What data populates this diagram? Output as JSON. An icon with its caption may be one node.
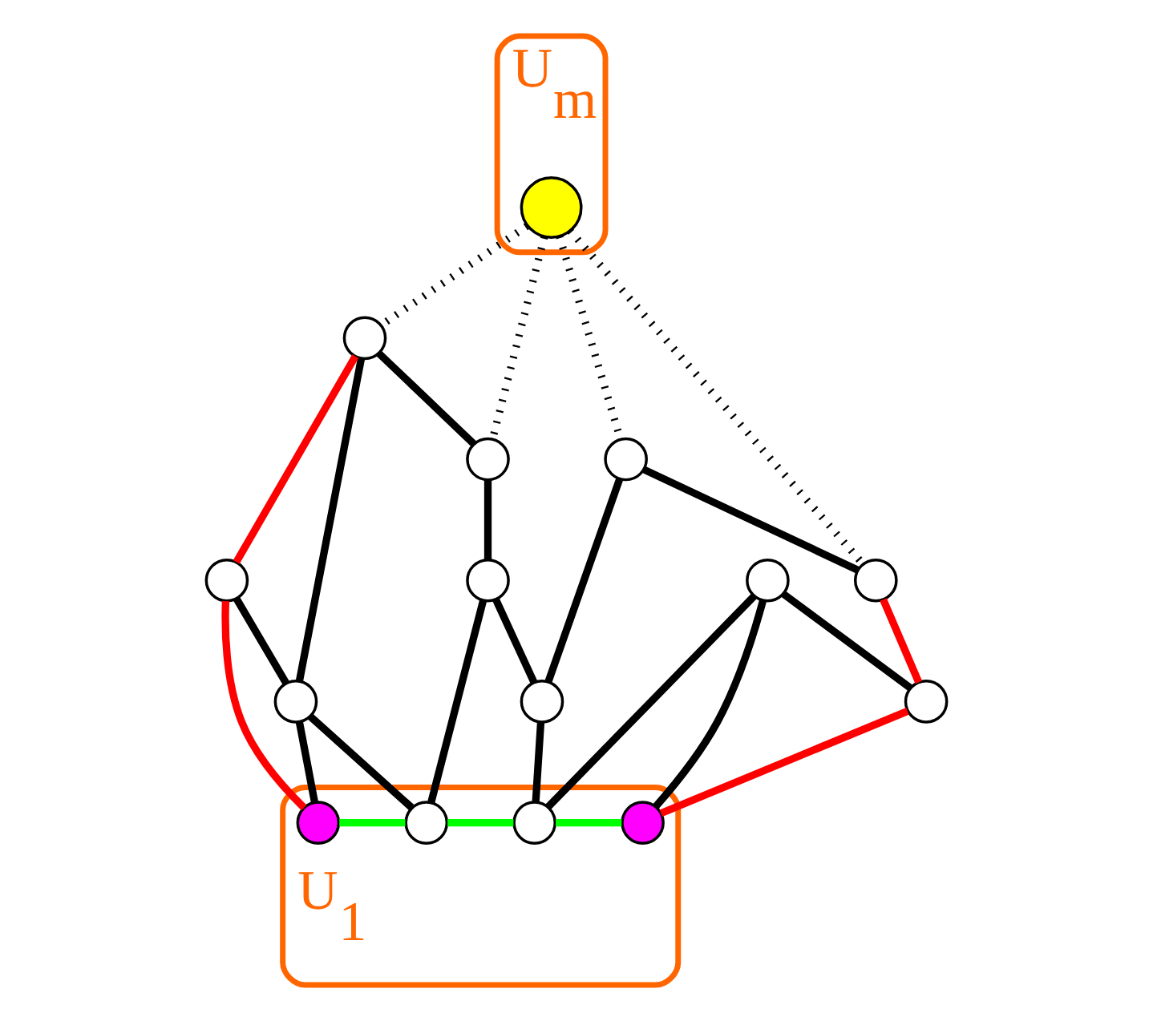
{
  "diagram": {
    "nodes": [
      {
        "text": [
          "U$_{m}$"
        ]
      },
      {
        "text": [],
        "shape": "circle",
        "in": 0
      },
      {
        "text": [],
        "shape": "circle"
      },
      {
        "text": [],
        "shape": "circle"
      },
      {
        "text": [],
        "shape": "circle"
      },
      {
        "text": [],
        "shape": "circle"
      },
      {
        "text": [],
        "shape": "circle"
      },
      {
        "text": [],
        "shape": "circle"
      },
      {
        "text": [],
        "shape": "circle"
      },
      {
        "text": [],
        "shape": "circle"
      },
      {
        "text": [],
        "shape": "circle"
      },
      {
        "text": [],
        "shape": "circle"
      },
      {
        "text": [
          "U$_{1}$"
        ]
      },
      {
        "text": [],
        "shape": "circle",
        "in": 12
      },
      {
        "text": [],
        "shape": "circle",
        "in": 12
      },
      {
        "text": [],
        "shape": "circle",
        "in": 12
      },
      {
        "text": [],
        "shape": "circle",
        "in": 12
      }
    ],
    "edges": [
      {
        "from": 1,
        "to": 3,
        "arrow": "none",
        "style": "dashed"
      },
      {
        "from": 1,
        "to": 2,
        "arrow": "none",
        "style": "dashed"
      },
      {
        "from": 1,
        "to": 6,
        "arrow": "none",
        "style": "dashed"
      },
      {
        "from": 1,
        "to": 7,
        "arrow": "none",
        "style": "dashed"
      },
      {
        "from": 3,
        "to": 2,
        "arrow": "none"
      },
      {
        "from": 3,
        "to": 4,
        "arrow": "none"
      },
      {
        "from": 2,
        "to": 5,
        "arrow": "none"
      },
      {
        "from": 8,
        "to": 4,
        "arrow": "none"
      },
      {
        "from": 4,
        "to": 13,
        "arrow": "none"
      },
      {
        "from": 4,
        "to": 14,
        "arrow": "none"
      },
      {
        "from": 5,
        "to": 14,
        "arrow": "none"
      },
      {
        "from": 5,
        "to": 11,
        "arrow": "none"
      },
      {
        "from": 11,
        "to": 15,
        "arrow": "none"
      },
      {
        "from": 6,
        "to": 11,
        "arrow": "none"
      },
      {
        "from": 6,
        "to": 7,
        "arrow": "none"
      },
      {
        "from": 10,
        "to": 9,
        "arrow": "none"
      },
      {
        "from": 10,
        "to": 15,
        "arrow": "none"
      },
      {
        "from": 10,
        "to": 16,
        "arrow": "none"
      },
      {
        "from": 3,
        "to": 8,
        "arrow": "none",
        "color": "#ff0000"
      },
      {
        "from": 8,
        "to": 13,
        "arrow": "none",
        "color": "#ff0000"
      },
      {
        "from": 7,
        "to": 9,
        "arrow": "none",
        "color": "#ff0000"
      },
      {
        "from": 9,
        "to": 16,
        "arrow": "none",
        "color": "#ff0000"
      },
      {
        "from": 13,
        "to": 14,
        "arrow": "none",
        "color": "#00ff00"
      },
      {
        "from": 14,
        "to": 15,
        "arrow": "none",
        "color": "#00ff00"
      },
      {
        "from": 15,
        "to": 16,
        "arrow": "none",
        "color": "#00ff00"
      }
    ]
  }
}
